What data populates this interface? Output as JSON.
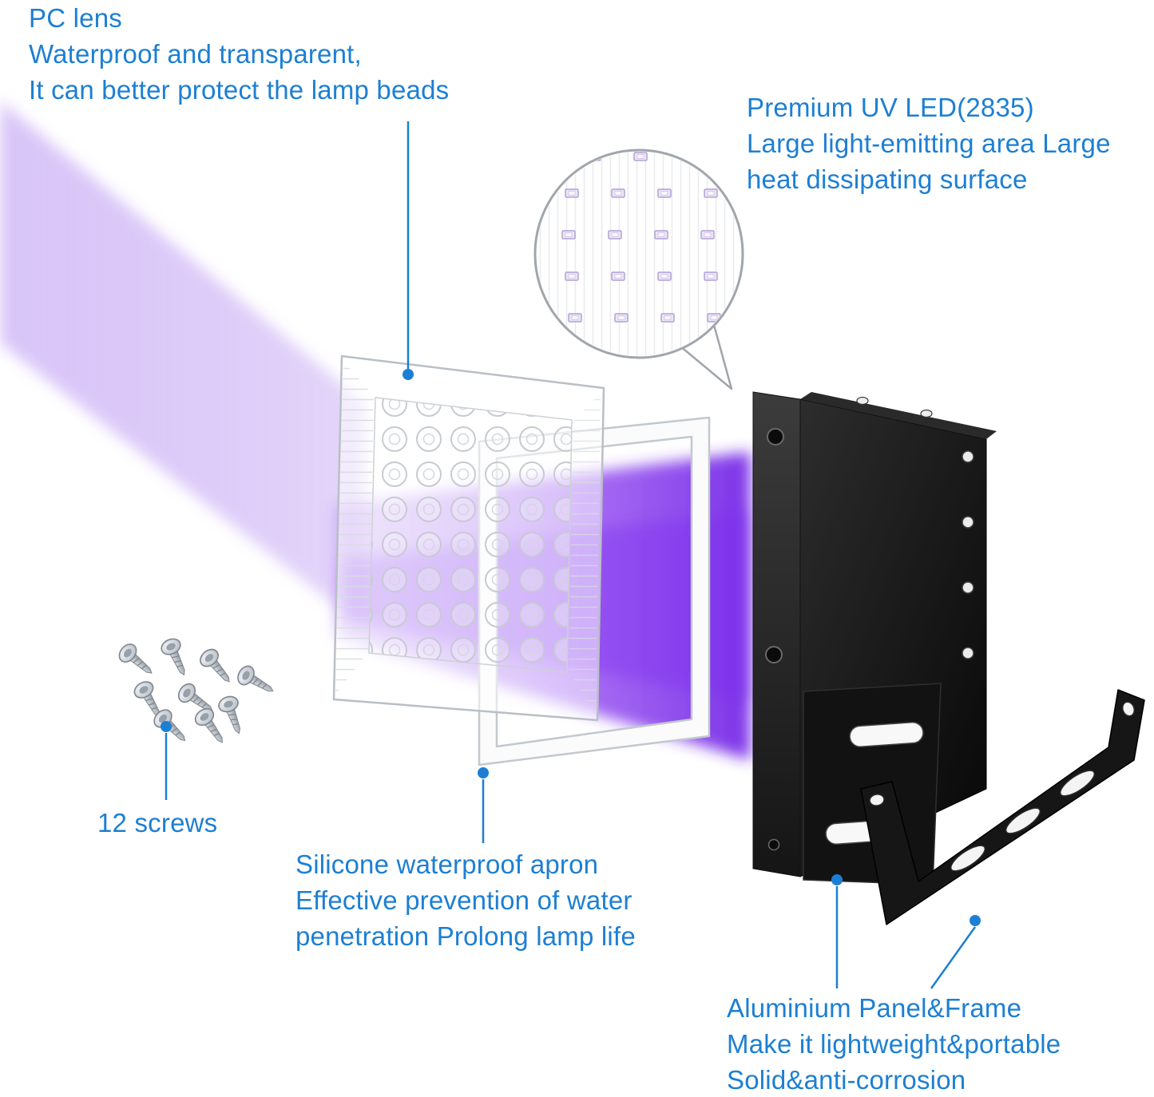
{
  "labels": {
    "pc_lens": {
      "line1": "PC lens",
      "line2": "Waterproof and transparent,",
      "line3": "It can better protect the lamp beads"
    },
    "uv_led": {
      "line1": "Premium UV LED(2835)",
      "line2": "Large light-emitting area Large",
      "line3": "heat dissipating surface"
    },
    "screws": {
      "line1": "12 screws"
    },
    "apron": {
      "line1": "Silicone waterproof apron",
      "line2": "Effective prevention of water",
      "line3": "penetration Prolong lamp life"
    },
    "aluminium": {
      "line1": "Aluminium Panel&Frame",
      "line2": "Make it lightweight&portable",
      "line3": "Solid&anti-corrosion"
    }
  },
  "colors": {
    "label_blue": "#1d7fd3",
    "leader_blue": "#1d7fd3",
    "beam_purple": "#8a3df0",
    "housing_black": "#141414",
    "gasket_white": "#fbfbfb",
    "metal_gray": "#b6bdc5"
  }
}
